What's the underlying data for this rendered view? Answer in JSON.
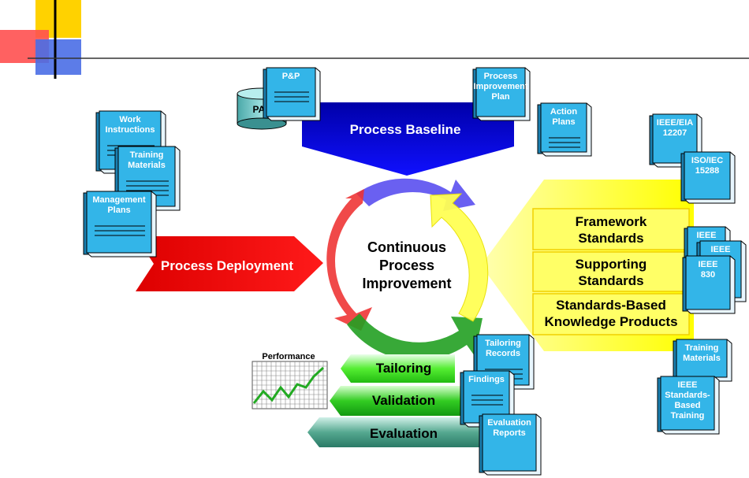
{
  "center": {
    "line1": "Continuous",
    "line2": "Process",
    "line3": "Improvement"
  },
  "baseline": {
    "label": "Process Baseline"
  },
  "deployment": {
    "label": "Process Deployment"
  },
  "standards": {
    "framework_1": "Framework",
    "framework_2": "Standards",
    "supporting_1": "Supporting",
    "supporting_2": "Standards",
    "knowledge_1": "Standards-Based",
    "knowledge_2": "Knowledge Products"
  },
  "steps": {
    "tailoring": "Tailoring",
    "validation": "Validation",
    "evaluation": "Evaluation"
  },
  "performance": {
    "label": "Performance"
  },
  "pal": {
    "label": "PAL"
  },
  "docs": {
    "pp": "P&P",
    "pip_1": "Process",
    "pip_2": "Improvement",
    "pip_3": "Plan",
    "action_1": "Action",
    "action_2": "Plans",
    "work_1": "Work",
    "work_2": "Instructions",
    "training_1": "Training",
    "training_2": "Materials",
    "mgmt_1": "Management",
    "mgmt_2": "Plans",
    "ieee_eia_1": "IEEE/EIA",
    "ieee_eia_2": "12207",
    "iso_1": "ISO/IEC",
    "iso_2": "15288",
    "ieee_a": "IEEE",
    "ieee_b": "IEEE",
    "ieee_c_1": "IEEE",
    "ieee_c_2": "830",
    "tmat_1": "Training",
    "tmat_2": "Materials",
    "ieee_train_1": "IEEE",
    "ieee_train_2": "Standards-",
    "ieee_train_3": "Based",
    "ieee_train_4": "Training",
    "tailrec_1": "Tailoring",
    "tailrec_2": "Records",
    "findings": "Findings",
    "eval_1": "Evaluation",
    "eval_2": "Reports"
  },
  "colors": {
    "blue_arrow": "#0000dd",
    "red_arrow": "#ee0000",
    "yellow": "#ffff00",
    "doc_fill": "#33b5e8",
    "green": "#22aa22",
    "teal": "#3c9a86"
  }
}
